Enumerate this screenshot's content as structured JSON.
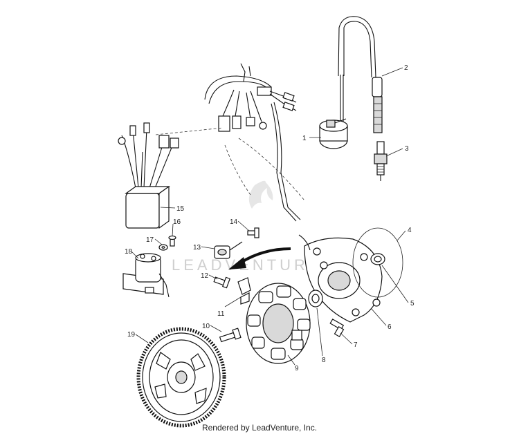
{
  "diagram": {
    "watermark": "LEADVENTURE",
    "callouts": [
      "1",
      "2",
      "3",
      "4",
      "5",
      "6",
      "7",
      "8",
      "9",
      "10",
      "11",
      "12",
      "13",
      "14",
      "15",
      "16",
      "17",
      "18",
      "19"
    ]
  },
  "footer": {
    "text": "Rendered by LeadVenture, Inc."
  }
}
